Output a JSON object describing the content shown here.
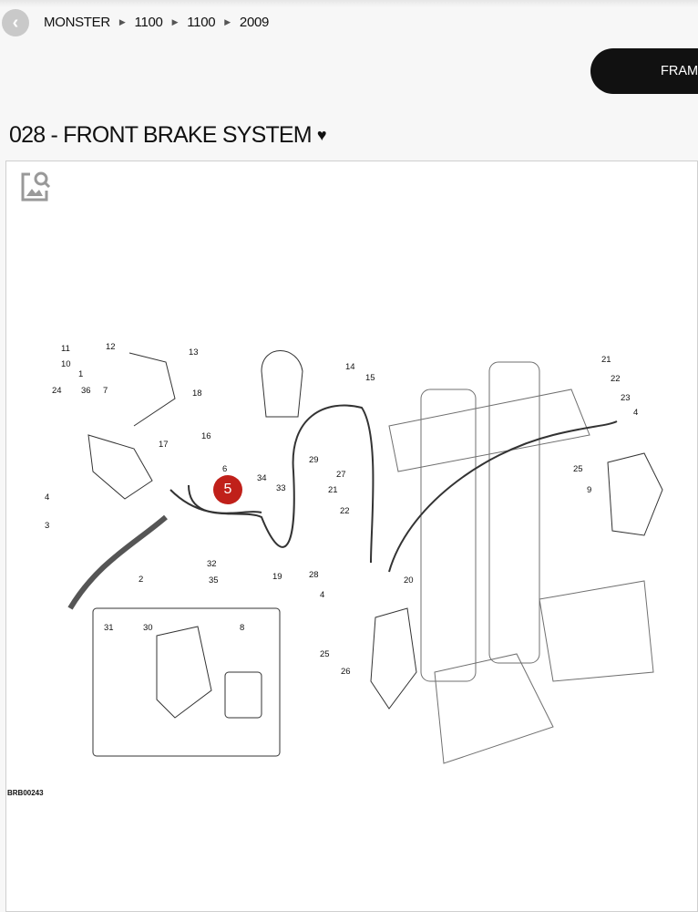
{
  "breadcrumb": [
    "MONSTER",
    "1100",
    "1100",
    "2009"
  ],
  "frame_button_label": "FRAM",
  "page_title": "028 - FRONT BRAKE SYSTEM",
  "title_icon": "heart-icon",
  "diagram": {
    "code": "BRB00243",
    "highlighted_part": "5",
    "highlight_color": "#c0201a",
    "callouts": [
      "11",
      "12",
      "13",
      "14",
      "15",
      "10",
      "1",
      "24",
      "36",
      "7",
      "18",
      "16",
      "17",
      "6",
      "34",
      "33",
      "29",
      "27",
      "21",
      "22",
      "4",
      "3",
      "2",
      "32",
      "35",
      "19",
      "28",
      "20",
      "4",
      "25",
      "26",
      "21",
      "22",
      "23",
      "4",
      "25",
      "9",
      "31",
      "30",
      "8"
    ]
  }
}
